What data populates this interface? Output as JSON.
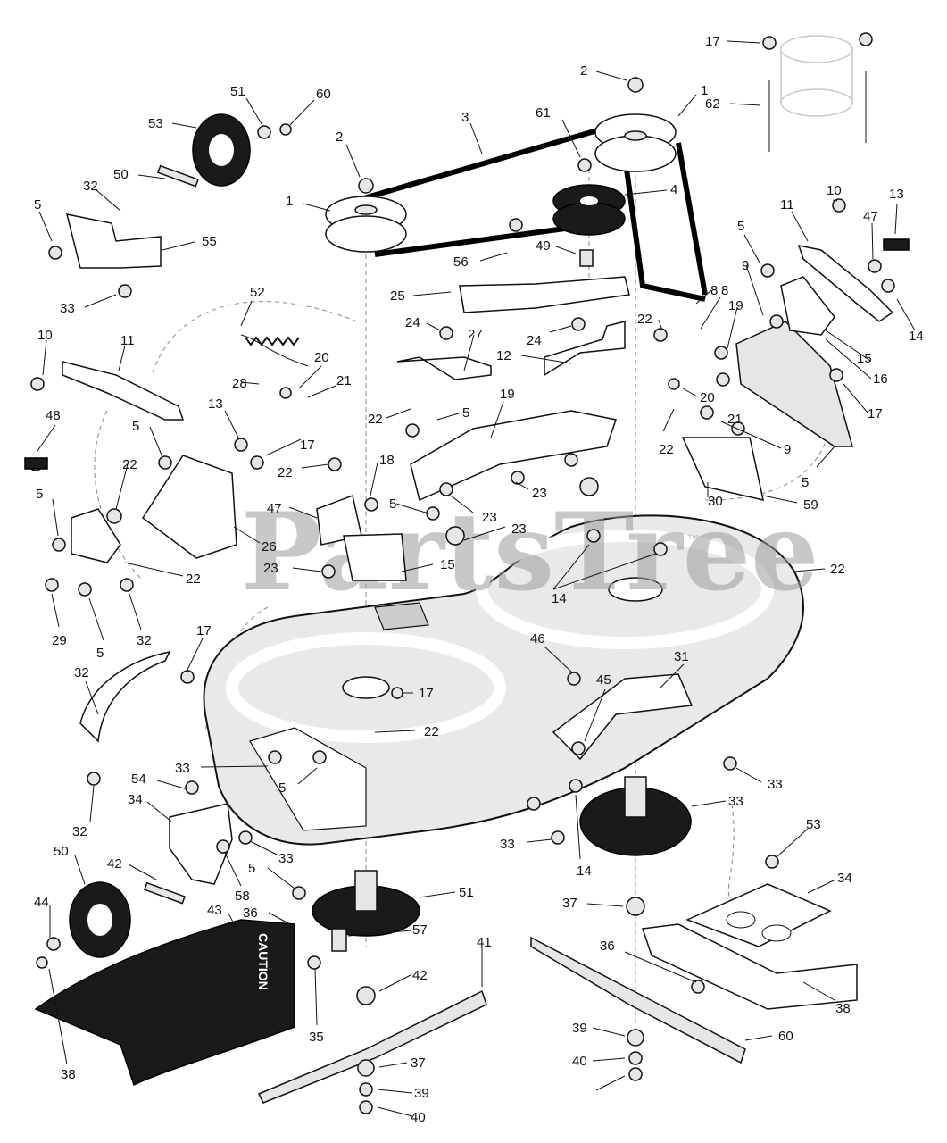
{
  "watermark": {
    "text": "PartsTree",
    "trademark": "™"
  },
  "caution_label": "CAUTION",
  "callouts": [
    {
      "id": "c-17a",
      "label": "17"
    },
    {
      "id": "c-2a",
      "label": "2"
    },
    {
      "id": "c-1a",
      "label": "1"
    },
    {
      "id": "c-62",
      "label": "62"
    },
    {
      "id": "c-51a",
      "label": "51"
    },
    {
      "id": "c-60a",
      "label": "60"
    },
    {
      "id": "c-53a",
      "label": "53"
    },
    {
      "id": "c-3",
      "label": "3"
    },
    {
      "id": "c-61",
      "label": "61"
    },
    {
      "id": "c-2b",
      "label": "2"
    },
    {
      "id": "c-50a",
      "label": "50"
    },
    {
      "id": "c-4",
      "label": "4"
    },
    {
      "id": "c-32a",
      "label": "32"
    },
    {
      "id": "c-1b",
      "label": "1"
    },
    {
      "id": "c-5a",
      "label": "5"
    },
    {
      "id": "c-55",
      "label": "55"
    },
    {
      "id": "c-11a",
      "label": "11"
    },
    {
      "id": "c-10a",
      "label": "10"
    },
    {
      "id": "c-13a",
      "label": "13"
    },
    {
      "id": "c-5b",
      "label": "5"
    },
    {
      "id": "c-47a",
      "label": "47"
    },
    {
      "id": "c-56",
      "label": "56"
    },
    {
      "id": "c-49",
      "label": "49"
    },
    {
      "id": "c-9a",
      "label": "9"
    },
    {
      "id": "c-52",
      "label": "52"
    },
    {
      "id": "c-33a",
      "label": "33"
    },
    {
      "id": "c-25",
      "label": "25"
    },
    {
      "id": "c-14a",
      "label": "14"
    },
    {
      "id": "c-8a",
      "label": "8"
    },
    {
      "id": "c-22a",
      "label": "22"
    },
    {
      "id": "c-19a",
      "label": "19"
    },
    {
      "id": "c-24a",
      "label": "24"
    },
    {
      "id": "c-27",
      "label": "27"
    },
    {
      "id": "c-24b",
      "label": "24"
    },
    {
      "id": "c-10b",
      "label": "10"
    },
    {
      "id": "c-11b",
      "label": "11"
    },
    {
      "id": "c-15a",
      "label": "15"
    },
    {
      "id": "c-20a",
      "label": "20"
    },
    {
      "id": "c-12",
      "label": "12"
    },
    {
      "id": "c-16",
      "label": "16"
    },
    {
      "id": "c-8b",
      "label": "8"
    },
    {
      "id": "c-21a",
      "label": "21"
    },
    {
      "id": "c-20b",
      "label": "20"
    },
    {
      "id": "c-17b",
      "label": "17"
    },
    {
      "id": "c-28",
      "label": "28"
    },
    {
      "id": "c-19b",
      "label": "19"
    },
    {
      "id": "c-13b",
      "label": "13"
    },
    {
      "id": "c-48",
      "label": "48"
    },
    {
      "id": "c-22b",
      "label": "22"
    },
    {
      "id": "c-5c",
      "label": "5"
    },
    {
      "id": "c-17c",
      "label": "17"
    },
    {
      "id": "c-5d",
      "label": "5"
    },
    {
      "id": "c-21b",
      "label": "21"
    },
    {
      "id": "c-22c",
      "label": "22"
    },
    {
      "id": "c-9b",
      "label": "9"
    },
    {
      "id": "c-22d",
      "label": "22"
    },
    {
      "id": "c-22e",
      "label": "22"
    },
    {
      "id": "c-18",
      "label": "18"
    },
    {
      "id": "c-5e",
      "label": "5"
    },
    {
      "id": "c-23a",
      "label": "23"
    },
    {
      "id": "c-47b",
      "label": "47"
    },
    {
      "id": "c-5f",
      "label": "5"
    },
    {
      "id": "c-5g",
      "label": "5"
    },
    {
      "id": "c-23b",
      "label": "23"
    },
    {
      "id": "c-30",
      "label": "30"
    },
    {
      "id": "c-26",
      "label": "26"
    },
    {
      "id": "c-23c",
      "label": "23"
    },
    {
      "id": "c-59",
      "label": "59"
    },
    {
      "id": "c-22f",
      "label": "22"
    },
    {
      "id": "c-23d",
      "label": "23"
    },
    {
      "id": "c-15b",
      "label": "15"
    },
    {
      "id": "c-22g",
      "label": "22"
    },
    {
      "id": "c-14b",
      "label": "14"
    },
    {
      "id": "c-29",
      "label": "29"
    },
    {
      "id": "c-5h",
      "label": "5"
    },
    {
      "id": "c-32b",
      "label": "32"
    },
    {
      "id": "c-17d",
      "label": "17"
    },
    {
      "id": "c-46",
      "label": "46"
    },
    {
      "id": "c-31",
      "label": "31"
    },
    {
      "id": "c-32c",
      "label": "32"
    },
    {
      "id": "c-17e",
      "label": "17"
    },
    {
      "id": "c-45",
      "label": "45"
    },
    {
      "id": "c-22h",
      "label": "22"
    },
    {
      "id": "c-33b",
      "label": "33"
    },
    {
      "id": "c-5i",
      "label": "5"
    },
    {
      "id": "c-33c",
      "label": "33"
    },
    {
      "id": "c-54",
      "label": "54"
    },
    {
      "id": "c-34a",
      "label": "34"
    },
    {
      "id": "c-33d",
      "label": "33"
    },
    {
      "id": "c-32d",
      "label": "32"
    },
    {
      "id": "c-33e",
      "label": "33"
    },
    {
      "id": "c-33f",
      "label": "33"
    },
    {
      "id": "c-14c",
      "label": "14"
    },
    {
      "id": "c-53b",
      "label": "53"
    },
    {
      "id": "c-50b",
      "label": "50"
    },
    {
      "id": "c-42a",
      "label": "42"
    },
    {
      "id": "c-5j",
      "label": "5"
    },
    {
      "id": "c-58",
      "label": "58"
    },
    {
      "id": "c-34b",
      "label": "34"
    },
    {
      "id": "c-51b",
      "label": "51"
    },
    {
      "id": "c-44",
      "label": "44"
    },
    {
      "id": "c-43",
      "label": "43"
    },
    {
      "id": "c-36a",
      "label": "36"
    },
    {
      "id": "c-37a",
      "label": "37"
    },
    {
      "id": "c-41",
      "label": "41"
    },
    {
      "id": "c-57",
      "label": "57"
    },
    {
      "id": "c-36b",
      "label": "36"
    },
    {
      "id": "c-42b",
      "label": "42"
    },
    {
      "id": "c-35",
      "label": "35"
    },
    {
      "id": "c-38a",
      "label": "38"
    },
    {
      "id": "c-37b",
      "label": "37"
    },
    {
      "id": "c-60b",
      "label": "60"
    },
    {
      "id": "c-38b",
      "label": "38"
    },
    {
      "id": "c-39a",
      "label": "39"
    },
    {
      "id": "c-39b",
      "label": "39"
    },
    {
      "id": "c-40a",
      "label": "40"
    },
    {
      "id": "c-40b",
      "label": "40"
    }
  ]
}
